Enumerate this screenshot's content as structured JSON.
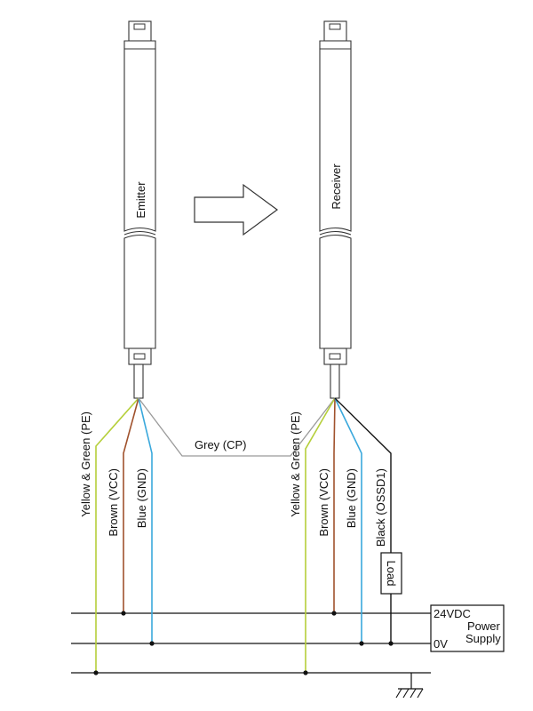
{
  "devices": {
    "emitter": {
      "label": "Emitter"
    },
    "receiver": {
      "label": "Receiver"
    }
  },
  "wires": {
    "emitter_pe": "Yellow & Green (PE)",
    "emitter_vcc": "Brown (VCC)",
    "emitter_gnd": "Blue (GND)",
    "link_cp": "Grey (CP)",
    "receiver_pe": "Yellow & Green (PE)",
    "receiver_vcc": "Brown (VCC)",
    "receiver_gnd": "Blue (GND)",
    "receiver_ossd": "Black (OSSD1)"
  },
  "load": {
    "label": "Load"
  },
  "power_supply": {
    "positive": "24VDC",
    "negative": "0V",
    "name_line1": "Power",
    "name_line2": "Supply"
  },
  "colors": {
    "yellow_green": "#b5cf3a",
    "brown": "#a0522d",
    "blue": "#3aa8dc",
    "grey": "#9a9a9a",
    "black": "#111111"
  },
  "icons": [
    "arrow-right-icon",
    "ground-symbol-icon"
  ]
}
